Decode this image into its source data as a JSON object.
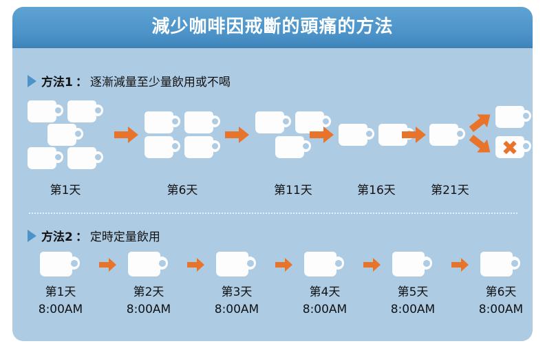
{
  "header": {
    "title": "減少咖啡因戒斷的頭痛的方法",
    "bar_color": "#4a92c8"
  },
  "colors": {
    "background": "#aecbe4",
    "header": "#4a92c8",
    "arrow": "#e8742c",
    "cup": "#fdfdfd",
    "bullet": "#4d93c8",
    "text": "#111111"
  },
  "method1": {
    "bullet": "triangle-right-icon",
    "label": "方法1",
    "colon": "：",
    "text": "逐漸減量至少量飲用或不喝",
    "stages": [
      {
        "day_label": "第1天",
        "cups": 5,
        "layout": "2-1-2"
      },
      {
        "day_label": "第6天",
        "cups": 4,
        "layout": "2-2"
      },
      {
        "day_label": "第11天",
        "cups": 3,
        "layout": "2-1"
      },
      {
        "day_label": "第16天",
        "cups": 2,
        "layout": "2"
      },
      {
        "day_label": "第21天",
        "cups": 1,
        "layout": "1"
      }
    ],
    "outcome": {
      "branch_up": {
        "icon": "arrow-up-right-icon",
        "cup": "plain-cup",
        "meaning": "少量飲用"
      },
      "branch_down": {
        "icon": "arrow-down-right-icon",
        "cup": "cup-with-x",
        "mark": "✖",
        "meaning": "不喝"
      }
    }
  },
  "method2": {
    "bullet": "triangle-right-icon",
    "label": "方法2",
    "colon": "：",
    "text": "定時定量飲用",
    "steps": [
      {
        "day_label": "第1天",
        "time": "8:00AM",
        "cups": 1
      },
      {
        "day_label": "第2天",
        "time": "8:00AM",
        "cups": 1
      },
      {
        "day_label": "第3天",
        "time": "8:00AM",
        "cups": 1
      },
      {
        "day_label": "第4天",
        "time": "8:00AM",
        "cups": 1
      },
      {
        "day_label": "第5天",
        "time": "8:00AM",
        "cups": 1
      },
      {
        "day_label": "第6天",
        "time": "8:00AM",
        "cups": 1
      }
    ]
  }
}
